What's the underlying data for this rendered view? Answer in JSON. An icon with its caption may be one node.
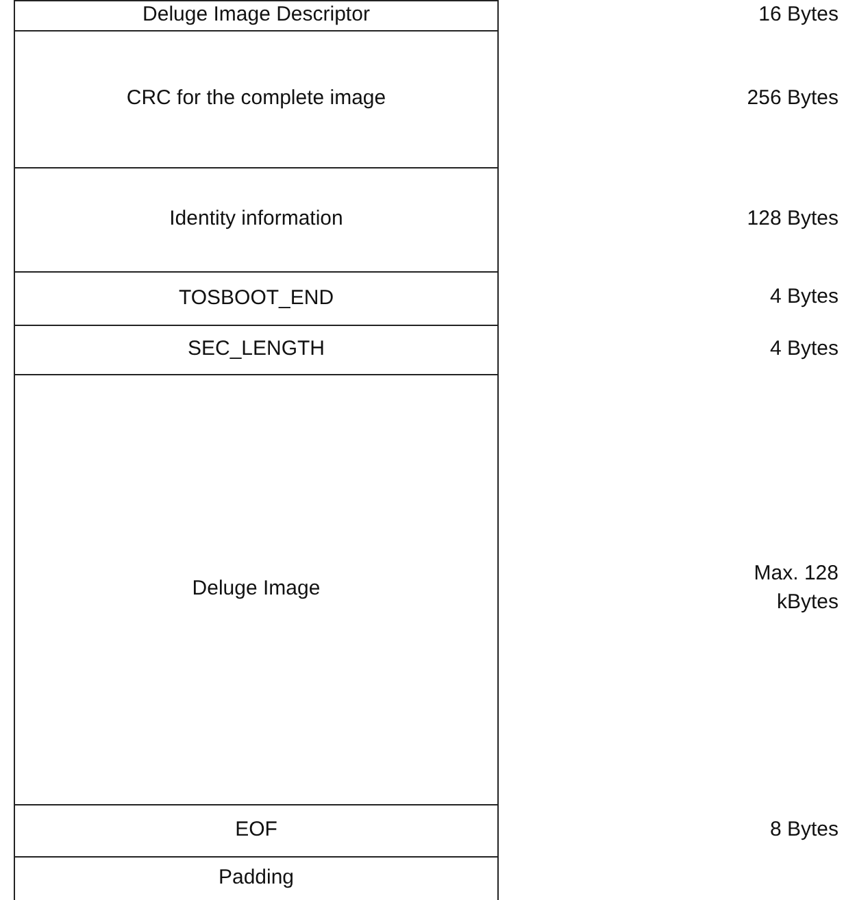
{
  "diagram": {
    "nodes": [
      {
        "text": [
          "Deluge Image Descriptor"
        ]
      },
      {
        "text": [
          "CRC for the complete image"
        ]
      },
      {
        "text": [
          "Identity information"
        ]
      },
      {
        "text": [
          "TOSBOOT_END"
        ]
      },
      {
        "text": [
          "SEC_LENGTH"
        ]
      },
      {
        "text": [
          "Deluge Image"
        ]
      },
      {
        "text": [
          "EOF"
        ]
      },
      {
        "text": [
          "Padding"
        ]
      }
    ],
    "labels": [
      "16 Bytes",
      "256 Bytes",
      "128 Bytes",
      "4 Bytes",
      "4 Bytes",
      "Max. 128 kBytes",
      "8 Bytes"
    ]
  }
}
